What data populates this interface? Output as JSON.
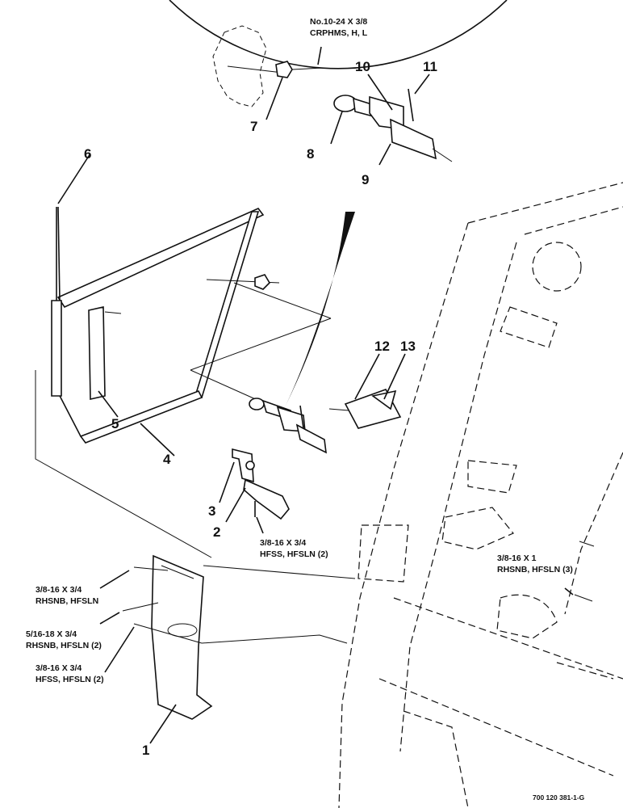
{
  "callouts": {
    "c1": "1",
    "c2": "2",
    "c3": "3",
    "c4": "4",
    "c5": "5",
    "c6": "6",
    "c7": "7",
    "c8": "8",
    "c9": "9",
    "c10": "10",
    "c11": "11",
    "c12": "12",
    "c13": "13"
  },
  "hardware_notes": {
    "n1_l1": "No.10-24 X 3/8",
    "n1_l2": "CRPHMS, H, L",
    "n2_l1": "3/8-16 X 3/4",
    "n2_l2": "HFSS, HFSLN (2)",
    "n3_l1": "3/8-16 X 1",
    "n3_l2": "RHSNB, HFSLN (3)",
    "n4_l1": "3/8-16 X 3/4",
    "n4_l2": "RHSNB, HFSLN",
    "n5_l1": "5/16-18 X 3/4",
    "n5_l2": "RHSNB, HFSLN (2)",
    "n6_l1": "3/8-16 X 3/4",
    "n6_l2": "HFSS, HFSLN (2)"
  },
  "figure_ref": "700 120 381-1-G"
}
